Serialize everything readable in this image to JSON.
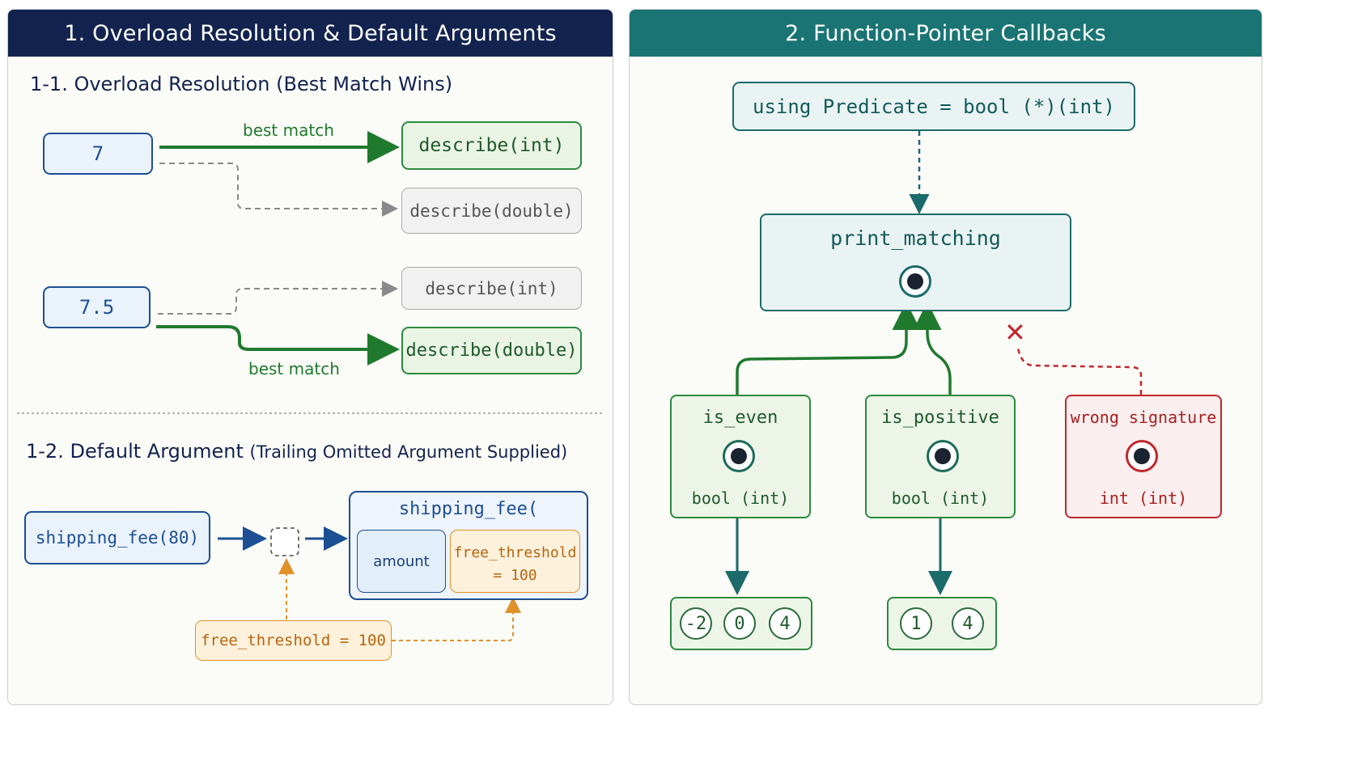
{
  "left_panel": {
    "title": "1. Overload Resolution & Default Arguments",
    "overload_title": "1-1. Overload Resolution (Best Match Wins)",
    "call_int": "7",
    "call_double": "7.5",
    "best_match_label": "best match",
    "cand1_int": "describe(int)",
    "cand1_double": "describe(double)",
    "cand2_int": "describe(int)",
    "cand2_double": "describe(double)",
    "default_title": "1-2. Default Argument",
    "default_subtitle": "(Trailing Omitted Argument Supplied)",
    "call": "shipping_fee(80)",
    "func_header": "shipping_fee(",
    "param_amount": "amount",
    "param_threshold_line1": "free_threshold",
    "param_threshold_line2": "= 100",
    "default_value": "free_threshold = 100"
  },
  "right_panel": {
    "title": "2. Function-Pointer Callbacks",
    "using": "using Predicate = bool (*)(int)",
    "print_matching": "print_matching",
    "is_even": "is_even",
    "is_even_sig": "bool (int)",
    "is_positive": "is_positive",
    "is_positive_sig": "bool (int)",
    "wrong": "wrong signature",
    "wrong_sig": "int (int)",
    "even_results": [
      "-2",
      "0",
      "4"
    ],
    "positive_results": [
      "1",
      "4"
    ],
    "reject_mark": "✕"
  },
  "colors": {
    "navy": "#13234f",
    "teal": "#1a7474",
    "green": "#1f7a2e",
    "gray": "#8a8a8a",
    "orange": "#e0912a",
    "red": "#c0282c"
  }
}
